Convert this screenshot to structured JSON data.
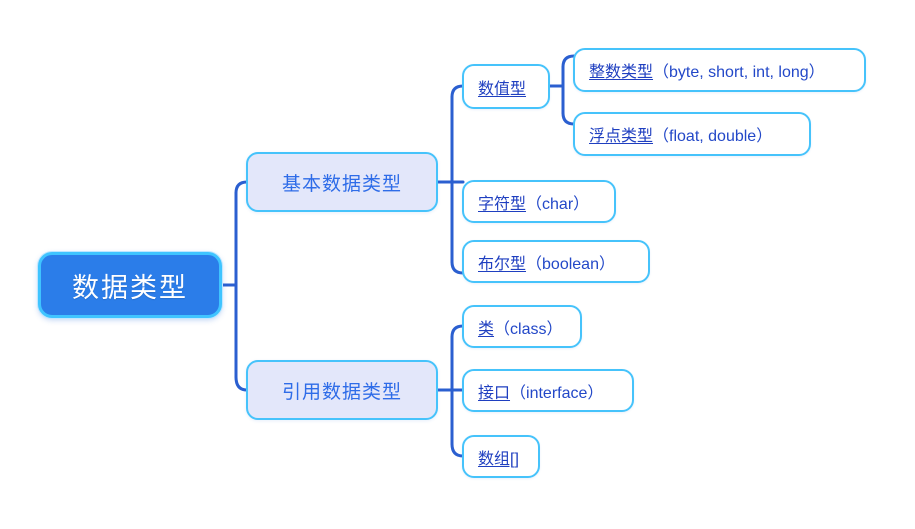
{
  "diagram": {
    "title": "数据类型",
    "type": "mindmap",
    "orientation": "left-to-right",
    "colors": {
      "root_fill": "#2b7de9",
      "root_text": "#ffffff",
      "root_border": "#3fc4ff",
      "level2_fill": "#e3e7fa",
      "level2_text": "#2e6ce8",
      "level2_border": "#46c3fb",
      "leaf_fill": "#ffffff",
      "leaf_text": "#1f3fc0",
      "leaf_border": "#46c3fb",
      "connector": "#2b5fd0",
      "background": "#ffffff"
    },
    "root": {
      "label": "数据类型"
    },
    "branches": [
      {
        "label": "基本数据类型",
        "children": [
          {
            "label": "数值型",
            "underlined": true,
            "children": [
              {
                "label": "整数类型",
                "underlined": true,
                "detail": "（byte, short, int, long）"
              },
              {
                "label": "浮点类型",
                "underlined": true,
                "detail": "（float, double）"
              }
            ]
          },
          {
            "label": "字符型",
            "underlined": true,
            "detail": "（char）",
            "children": []
          },
          {
            "label": "布尔型",
            "underlined": true,
            "detail": "（boolean）",
            "children": []
          }
        ]
      },
      {
        "label": "引用数据类型",
        "children": [
          {
            "label": "类",
            "underlined": true,
            "detail": "（class）",
            "children": []
          },
          {
            "label": "接口",
            "underlined": true,
            "detail": "（interface）",
            "children": []
          },
          {
            "label": "数组[]",
            "underlined": true,
            "detail": "",
            "children": []
          }
        ]
      }
    ]
  }
}
